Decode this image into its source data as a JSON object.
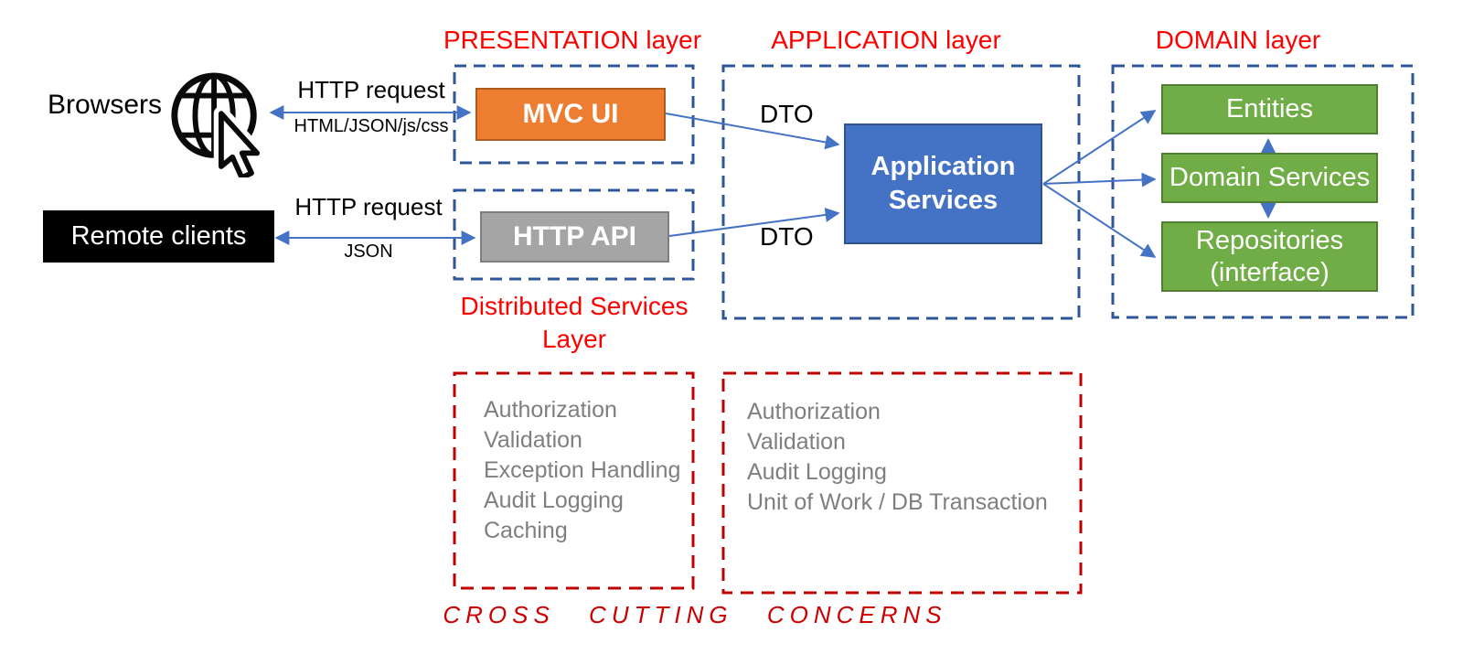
{
  "layers": {
    "presentation": {
      "title": "PRESENTATION layer"
    },
    "application": {
      "title": "APPLICATION layer"
    },
    "domain": {
      "title": "DOMAIN layer"
    },
    "distributed": {
      "title_line1": "Distributed Services",
      "title_line2": "Layer"
    }
  },
  "nodes": {
    "browsers": "Browsers",
    "remote_clients": "Remote clients",
    "mvc_ui": "MVC UI",
    "http_api": "HTTP API",
    "application_services": {
      "line1": "Application",
      "line2": "Services"
    },
    "entities": "Entities",
    "domain_services": "Domain Services",
    "repositories": {
      "line1": "Repositories",
      "line2": "(interface)"
    }
  },
  "edges": {
    "browser_request": "HTTP request",
    "browser_response": "HTML/JSON/js/css",
    "remote_request": "HTTP request",
    "remote_response": "JSON",
    "dto_top": "DTO",
    "dto_bottom": "DTO"
  },
  "cross_cutting": {
    "distributed_concerns": [
      "Authorization",
      "Validation",
      "Exception Handling",
      "Audit Logging",
      "Caching"
    ],
    "application_concerns": [
      "Authorization",
      "Validation",
      "Audit Logging",
      "Unit of Work / DB Transaction"
    ],
    "footer": "CROSS CUTTING CONCERNS"
  },
  "icons": {
    "globe": "globe-with-cursor-icon"
  },
  "colors": {
    "arrow_blue": "#4472C4",
    "dashed_blue": "#2E5597",
    "dashed_red": "#C00000",
    "title_red": "#FF0000",
    "orange_fill": "#ED7D31",
    "gray_fill": "#A5A5A5",
    "blue_fill": "#4472C4",
    "green_fill": "#70AD47",
    "black_fill": "#000000",
    "concern_gray": "#7F7F7F"
  }
}
